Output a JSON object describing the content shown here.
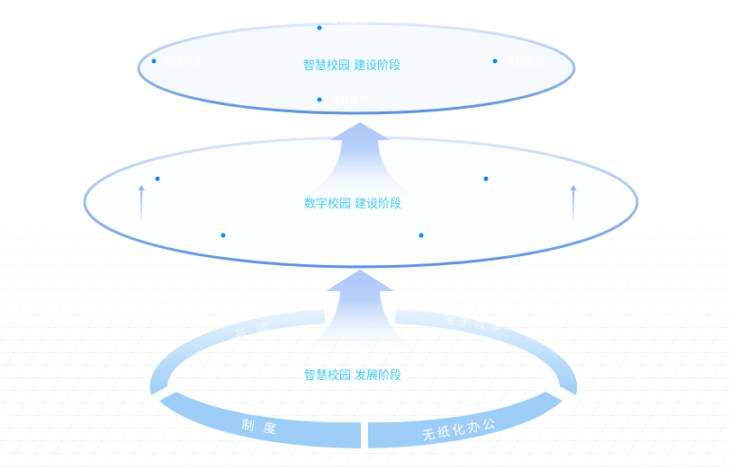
{
  "top_layer": {
    "title": "智慧校园 建设阶段",
    "nodes": [
      "智慧管理",
      "智慧应用",
      "智能安防",
      "智慧教学"
    ]
  },
  "middle_layer": {
    "title": "数字校园 建设阶段"
  },
  "bottom_layer": {
    "title": "智慧校园 发展阶段",
    "segments": [
      "基 建",
      "电子教学",
      "制 度",
      "无纸化办公"
    ]
  },
  "colors": {
    "ring": "#5b8fe0",
    "stage_text": "#3ecbf0",
    "dot": "#0a84ff",
    "segment": "#9ccdf7"
  }
}
